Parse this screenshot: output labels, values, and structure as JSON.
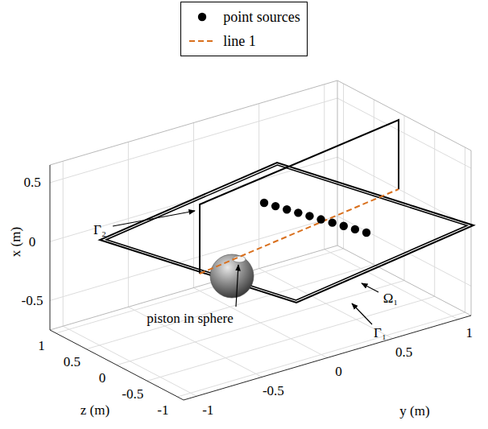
{
  "diagram": {
    "labels": [
      "0.5",
      "0",
      "-0.5",
      "1",
      "0.5",
      "0",
      "-0.5",
      "-1",
      "-1",
      "-0.5",
      "0",
      "0.5",
      "1",
      "x (m)",
      "z (m)",
      "y (m)",
      "Γ₂",
      "Ω₁",
      "Γ₁",
      "piston in sphere"
    ],
    "legend": [
      {
        "text": "point sources"
      },
      {
        "text": "line 1"
      }
    ]
  }
}
